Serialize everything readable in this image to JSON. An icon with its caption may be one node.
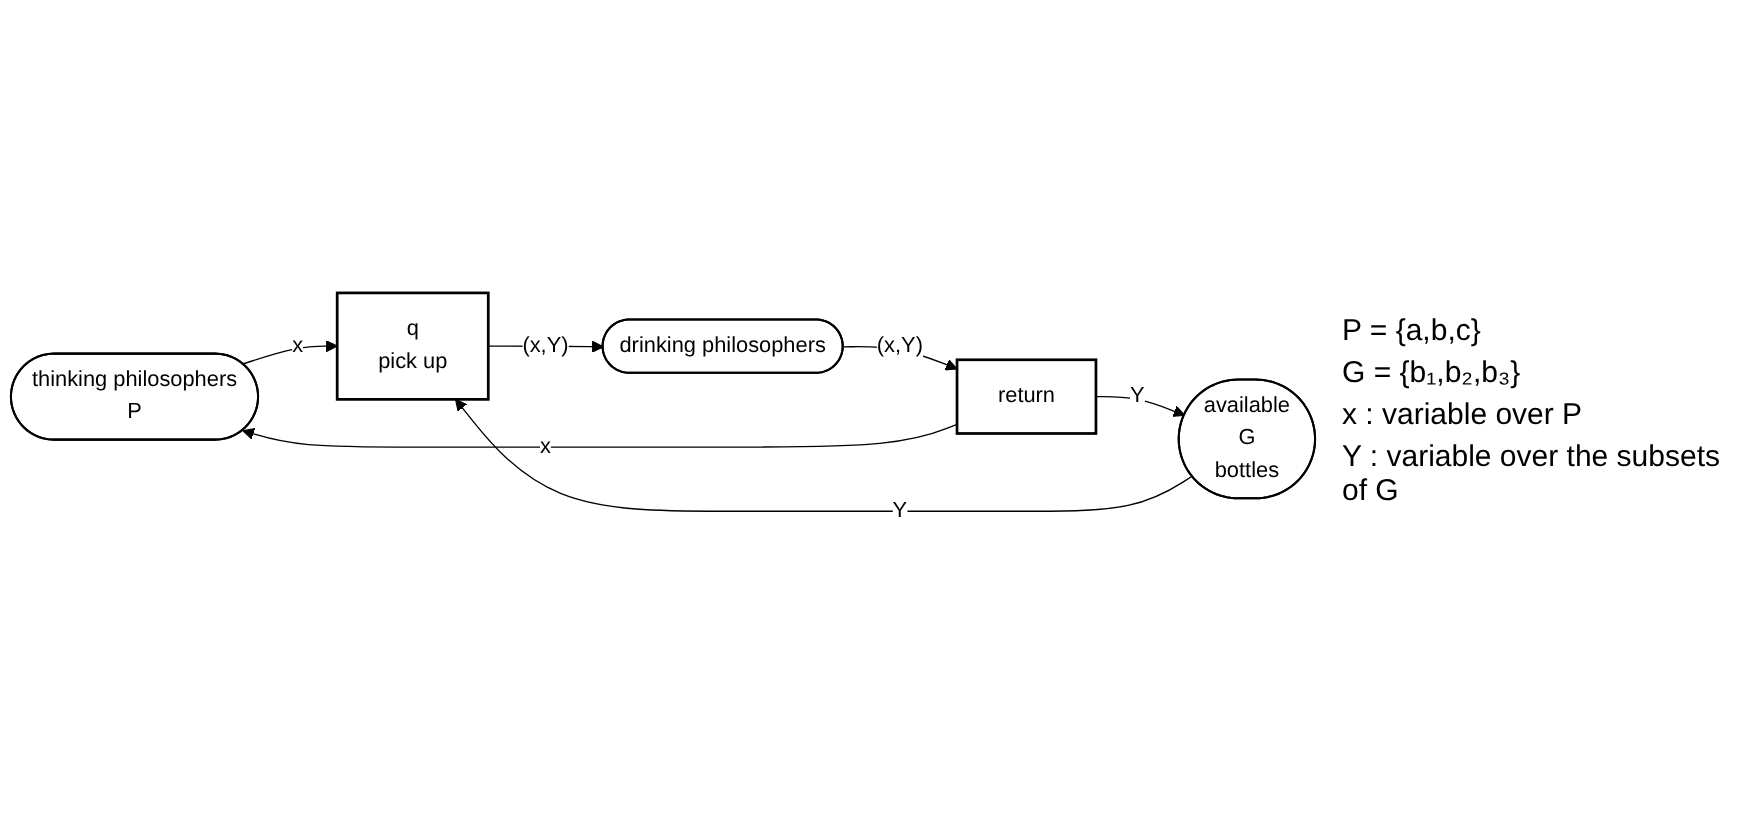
{
  "diagram": {
    "nodes": [
      {
        "text": [
          "thinking philosophers",
          "P"
        ]
      },
      {
        "text": [
          "return"
        ]
      },
      {
        "text": [
          "available",
          "G",
          "bottles"
        ]
      },
      {
        "text": [
          "q",
          "pick up"
        ]
      },
      {
        "text": [
          "drinking philosophers"
        ]
      }
    ],
    "edges": [
      {
        "from": 1,
        "to": 0,
        "arrow": "to",
        "label": "x"
      },
      {
        "from": 0,
        "to": 3,
        "arrow": "to",
        "label": "x"
      },
      {
        "from": 1,
        "to": 2,
        "arrow": "to",
        "label": "Y"
      },
      {
        "from": 2,
        "to": 3,
        "arrow": "to",
        "label": "Y"
      },
      {
        "from": 3,
        "to": 4,
        "arrow": "to",
        "label": "(x,Y)"
      },
      {
        "from": 4,
        "to": 1,
        "arrow": "to",
        "label": "(x,Y)"
      }
    ],
    "labels": [
      "P = {a,b,c}",
      "G = {b₁,b₂,b₃}",
      "x : variable over P",
      "Y : variable over the subsets of G"
    ]
  }
}
